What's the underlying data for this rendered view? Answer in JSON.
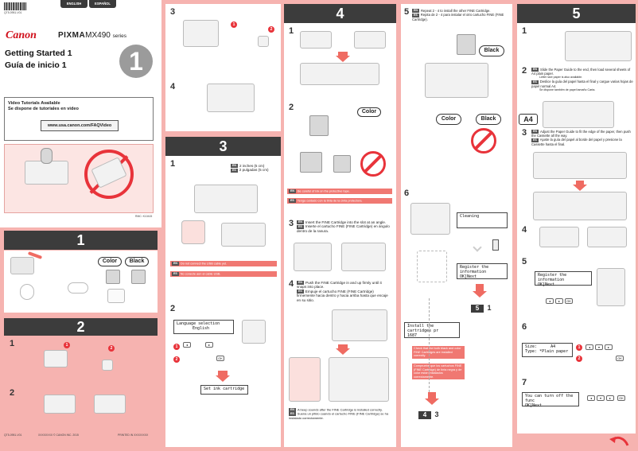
{
  "cover": {
    "lang_tabs": [
      "ENGLISH",
      "ESPAÑOL"
    ],
    "barcode_number": "QT5-0951-V01",
    "brand": "Canon",
    "model_prefix": "PIXMA",
    "model": "MX490",
    "model_suffix": "series",
    "title_en": "Getting Started 1",
    "title_es": "Guía de inicio 1",
    "big_number": "1",
    "video_title_en": "Video Tutorials Available",
    "video_title_es": "Se dispone de tutoriales en video",
    "video_url": "www.usa.canon.com/FAQVideo",
    "model_code": "RMC: K10415"
  },
  "footer": {
    "code": "QT5-0951-V01",
    "copyright": "XXXXXXXX © CANON INC. 2015",
    "printed": "PRINTED IN XXXXXXXX"
  },
  "sec1": {
    "header": "1",
    "color_label": "Color",
    "black_label": "Black"
  },
  "sec2": {
    "header": "2",
    "step1": "1",
    "step2": "2"
  },
  "sec3": {
    "header": "3",
    "step1": "1",
    "step2": "2",
    "dist_en": "2 inches (5 cm)",
    "dist_es": "2 pulgadas (5 cm)",
    "warn_en": "Do not connect the USB cable yet.",
    "warn_es": "No conecte aún el cable USB.",
    "lcd_language_line1": "Language selection",
    "lcd_language_line2": "English",
    "lcd_set_ink": "Set ink cartridge"
  },
  "sec_top3": {
    "step3": "3",
    "step4": "4"
  },
  "sec4": {
    "header": "4",
    "step1": "1",
    "step2": "2",
    "step3": "3",
    "step4": "4",
    "color_label": "Color",
    "warn_ink_en": "Be careful of ink on the protective tape.",
    "warn_ink_es": "Tenga cuidado con la tinta de la cinta protectora.",
    "s3_en": "Insert the FINE Cartridge into the slot at an angle.",
    "s3_es": "Inserte el cartucho FINE (FINE Cartridge) en ángulo dentro de la ranura.",
    "s4_en": "Push the FINE Cartridge in and up firmly until it snaps into place.",
    "s4_es": "Empuje el cartucho FINE (FINE Cartridge) firmemente hacia dentro y hacia arriba hasta que encaje en su sitio.",
    "beep_en": "A beep sounds after the FINE Cartridge is installed correctly.",
    "beep_es": "Suena un pitido cuando el cartucho FINE (FINE Cartridge) se ha instalado correctamente."
  },
  "sec4b": {
    "step5": "5",
    "step6": "6",
    "s5_en": "Repeat 2 - 4 to install the other FINE Cartridge.",
    "s5_es": "Repita de 2 - 4 para instalar el otro cartucho FINE (FINE Cartridge).",
    "black_label": "Black",
    "color_label": "Color",
    "black_label2": "Black",
    "lcd_cleaning": "Cleaning",
    "lcd_register_line1": "Register the information",
    "lcd_register_line2": "OK]Next",
    "lcd_install_line1": "Install the cartridges pr",
    "lcd_install_line2": "1687",
    "check_en": "Check that the both black and color FINE Cartridges are installed correctly.",
    "check_es": "Compruebe que los cartuchos FINE (FINE Cartridge) de tinta negra y de color están instalados correctamente.",
    "goto_a_num": "5",
    "goto_a_sub": "1",
    "goto_b_num": "4",
    "goto_b_sub": "3"
  },
  "sec5": {
    "header": "5",
    "step1": "1",
    "step2": "2",
    "step3": "3",
    "step4": "4",
    "step5": "5",
    "step6": "6",
    "step7": "7",
    "a4_label": "A4",
    "s2_en": "Slide the Paper Guide to the end, then load several sheets of A4 plain paper.",
    "s2_en2": "Letter size paper is also available.",
    "s2_es": "Deslice la guía del papel hasta el final y cargue varias hojas de papel normal A4.",
    "s2_es2": "Se dispone también de papel tamaño Carta.",
    "s3_en": "Adjust the Paper Guide to fit the edge of the paper, then push the Cassette all the way.",
    "s3_es": "Ajuste la guía del papel al borde del papel y presione la Cassette hasta el final.",
    "lcd_register_line1": "Register the information",
    "lcd_register_line2": "OK]Next",
    "lcd_size_label": "Size:",
    "lcd_size_value": "A4",
    "lcd_type_label": "Type:",
    "lcd_type_value": "*Plain paper",
    "lcd_turnoff_line1": "You can turn off the func",
    "lcd_turnoff_line2": "OK]Next"
  }
}
